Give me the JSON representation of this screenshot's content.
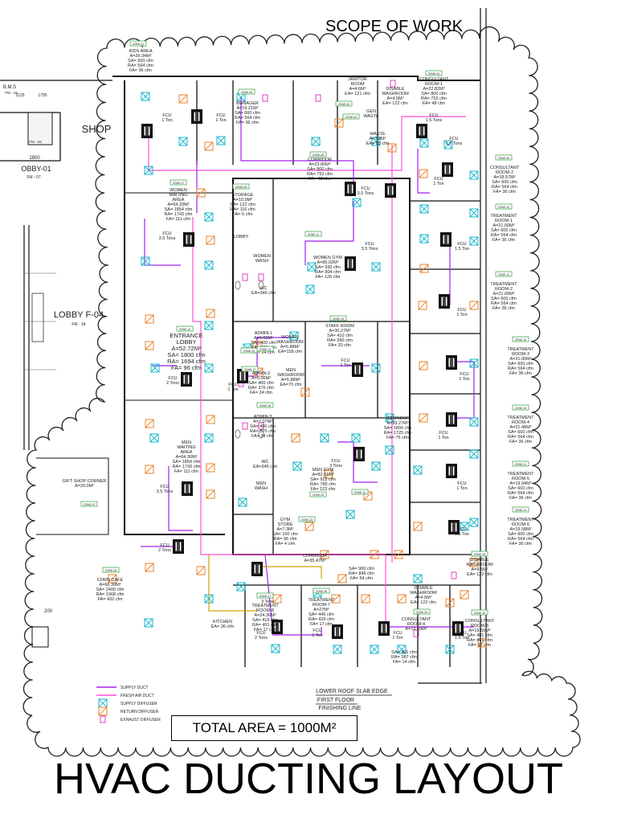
{
  "title": "HVAC DUCTING LAYOUT",
  "scope_label": "SCOPE OF WORK",
  "total_area": "TOTAL AREA = 1000M²",
  "colors": {
    "supply_duct": "#a020f0",
    "fresh_air_duct": "#ff4fd8",
    "supply_diffuser": "#16b7c9",
    "return_diffuser": "#e8822a",
    "exhaust_diffuser": "#e040c0",
    "zone_tag": "#2e9e3a",
    "wall": "#111111",
    "cloud": "#222222"
  },
  "legend": [
    {
      "label": "SUPPLY DUCT",
      "kind": "line",
      "color": "supply_duct"
    },
    {
      "label": "FRESH AIR DUCT",
      "kind": "line",
      "color": "fresh_air_duct"
    },
    {
      "label": "SUPPLY DIFFUSER",
      "kind": "supply",
      "color": "supply_diffuser"
    },
    {
      "label": "RETURN DIFFUSER",
      "kind": "return",
      "color": "return_diffuser"
    },
    {
      "label": "EXHAUST DIFFUSER",
      "kind": "exhaust",
      "color": "exhaust_diffuser"
    }
  ],
  "outside_labels": [
    {
      "id": "shop",
      "text": "SHOP"
    },
    {
      "id": "lobby01",
      "text": "OBBY-01"
    },
    {
      "id": "lobby01_fm",
      "text": "FM - 07"
    },
    {
      "id": "bms",
      "text": "B.M.S"
    },
    {
      "id": "bms_fm",
      "text": "FM - 15"
    },
    {
      "id": "fm04",
      "text": "FM - 04"
    },
    {
      "id": "lobby_f04",
      "text": "LOBBY F-04"
    },
    {
      "id": "lobby_f04_fm",
      "text": "FM - 34"
    },
    {
      "id": "dim1800",
      "text": "1800"
    },
    {
      "id": "dim2125",
      "text": "2125"
    },
    {
      "id": "dim1795",
      "text": "1795"
    },
    {
      "id": "dim200",
      "text": "200"
    }
  ],
  "notes": [
    {
      "id": "lower_roof",
      "text": "LOWER ROOF SLAB EDGE"
    },
    {
      "id": "first_floor",
      "text": "FIRST FLOOR"
    },
    {
      "id": "finishing_line",
      "text": "FINISHING LINE"
    }
  ],
  "rooms": [
    {
      "id": "kids_area",
      "lines": [
        "KIDS AREA",
        "A=26.34M²",
        "SA= 600 cfm",
        "RA= 564 cfm",
        "FA= 36 cfm"
      ]
    },
    {
      "id": "manager",
      "lines": [
        "MANAGER",
        "A=19.21M²",
        "SA= 600 cfm",
        "RA= 564 cfm",
        "FA= 36 cfm"
      ]
    },
    {
      "id": "janitor",
      "lines": [
        "JANITOR",
        "ROOM",
        "A=4.6M²",
        "EA= 121 cfm"
      ]
    },
    {
      "id": "disable_wash_top",
      "lines": [
        "DISABLE",
        "WASHROOM",
        "A=4.5M²",
        "EA= 122 cfm"
      ]
    },
    {
      "id": "consultant1",
      "lines": [
        "CONSULTANT",
        "ROOM-1",
        "A=22.82M²",
        "SA= 800 cfm",
        "RA= 752 cfm",
        "FA= 48 cfm"
      ]
    },
    {
      "id": "gen_waste",
      "lines": [
        "GEN",
        "WASTE"
      ]
    },
    {
      "id": "waste",
      "lines": [
        "WASTE",
        "A=3.2M²",
        "EA= 85 cfm"
      ]
    },
    {
      "id": "corridor_top",
      "lines": [
        "CORRIDOR",
        "A=23.80M²",
        "SA= 800 cfm",
        "RA= 752 cfm",
        "FA= 48 cfm"
      ]
    },
    {
      "id": "women_waiting",
      "lines": [
        "WOMEN",
        "WAITING",
        "AREA",
        "A=64.33M²",
        "SA= 1854 cfm",
        "RA= 1743 cfm",
        "FA= 111 cfm"
      ]
    },
    {
      "id": "storage",
      "lines": [
        "STORAGE",
        "A=10.9M²",
        "SA= 122 cfm",
        "RA= 116 cfm",
        "FA= 6 cfm"
      ]
    },
    {
      "id": "lobby",
      "lines": [
        "LOBBY"
      ]
    },
    {
      "id": "consultant2",
      "lines": [
        "CONSULTANT",
        "ROOM-2",
        "A=18.57M²",
        "SA= 600 cfm",
        "RA= 564 cfm",
        "FA= 36 cfm"
      ]
    },
    {
      "id": "treatment1",
      "lines": [
        "TREATMENT",
        "ROOM-1",
        "A=21.00M²",
        "SA= 600 cfm",
        "RA= 564 cfm",
        "FA= 36 cfm"
      ]
    },
    {
      "id": "women_gym",
      "lines": [
        "WOMEN GYM",
        "A=85.02M²",
        "SA= 930 cfm",
        "RA= 804 cfm",
        "FA= 126 cfm"
      ]
    },
    {
      "id": "women_wash",
      "lines": [
        "WOMEN",
        "WASH"
      ]
    },
    {
      "id": "wc_top",
      "lines": [
        "WC",
        "EA=346 cfm"
      ]
    },
    {
      "id": "treatment2",
      "lines": [
        "TREATMENT",
        "ROOM-2",
        "A=21.00M²",
        "SA= 600 cfm",
        "RA= 564 cfm",
        "FA= 36 cfm"
      ]
    },
    {
      "id": "entrance_lobby",
      "lines": [
        "ENTRANCE",
        "LOBBY",
        "A=52.72M²",
        "SA= 1800 cfm",
        "RA= 1694 cfm",
        "FA= 96 cfm"
      ]
    },
    {
      "id": "admin1",
      "lines": [
        "ADMIN-1",
        "A=9.03M²",
        "SA= 400 cfm",
        "RA= 376 cfm",
        "FA= 24 cfm"
      ]
    },
    {
      "id": "women_washroom",
      "lines": [
        "WOMEN",
        "WASHROOM",
        "A=5.88M²",
        "EA=158 cfm"
      ]
    },
    {
      "id": "staff_room",
      "lines": [
        "STAFF ROOM",
        "A=30.27M²",
        "SA= 410 cfm",
        "RA= 390 cfm",
        "FA= 20 cfm"
      ]
    },
    {
      "id": "treatment3",
      "lines": [
        "TREATMENT",
        "ROOM-3",
        "A=21.00M²",
        "SA= 600 cfm",
        "RA= 564 cfm",
        "FA= 36 cfm"
      ]
    },
    {
      "id": "admin2",
      "lines": [
        "ADMIN-2",
        "A=5.06M²",
        "SA= 400 cfm",
        "RA= 376 cfm",
        "FA= 24 cfm"
      ]
    },
    {
      "id": "men_washroom",
      "lines": [
        "MEN",
        "WASHROOM",
        "A=5.88M²",
        "EA=70 cfm"
      ]
    },
    {
      "id": "admin3",
      "lines": [
        "ADMIN-3",
        "A=7.07M²",
        "SA= 400 cfm",
        "RA= 376 cfm",
        "FA= 24 cfm"
      ]
    },
    {
      "id": "corridor_mid",
      "lines": [
        "CORRIDOR",
        "A=33.27M²",
        "SA= 1800 cfm",
        "RA= 1725 cfm",
        "FA= 75 cfm"
      ]
    },
    {
      "id": "treatment4",
      "lines": [
        "TREATMENT",
        "ROOM-4",
        "A=21.48M²",
        "SA= 600 cfm",
        "RA= 564 cfm",
        "FA= 36 cfm"
      ]
    },
    {
      "id": "men_waiting",
      "lines": [
        "MEN",
        "WAITING",
        "AREA",
        "A=64.30M²",
        "SA= 1854 cfm",
        "RA= 1743 cfm",
        "FA= 111 cfm"
      ]
    },
    {
      "id": "wc_bottom",
      "lines": [
        "WC",
        "EA=346 cfm"
      ]
    },
    {
      "id": "men_gym",
      "lines": [
        "MEN GYM",
        "A=82.81M²",
        "SA= 912 cfm",
        "RA= 789 cfm",
        "FA= 123 cfm"
      ]
    },
    {
      "id": "men_wash",
      "lines": [
        "MEN",
        "WASH"
      ]
    },
    {
      "id": "treatment5",
      "lines": [
        "TREATMENT",
        "ROOM-5",
        "A=19.94M²",
        "SA= 600 cfm",
        "RA= 564 cfm",
        "FA= 36 cfm"
      ]
    },
    {
      "id": "treatment6",
      "lines": [
        "TREATMENT",
        "ROOM-6",
        "A=19.58M²",
        "SA= 600 cfm",
        "RA= 564 cfm",
        "FA= 36 cfm"
      ]
    },
    {
      "id": "gift_shop",
      "lines": [
        "GIFT SHOP CORNER",
        "A=20.0M²"
      ]
    },
    {
      "id": "gym_store",
      "lines": [
        "GYM",
        "STORE",
        "A=7.3M²",
        "SA= 100 cfm",
        "RA= 96 cfm",
        "FA= 4 cfm"
      ]
    },
    {
      "id": "corridor_bottom",
      "lines": [
        "CORRIDOR",
        "A=35.47M²"
      ]
    },
    {
      "id": "corridor_bottom_cfm",
      "lines": [
        "SA= 900 cfm",
        "RA= 846 cfm",
        "FA= 54 cfm"
      ]
    },
    {
      "id": "disable_wash_bottom",
      "lines": [
        "DISABLE",
        "WASHROOM",
        "A=4.5M²",
        "EA= 122 cfm"
      ]
    },
    {
      "id": "corn_cafe",
      "lines": [
        "CORN CAFE",
        "A=66.30M²",
        "SA= 2400 cfm",
        "RA= 1968 cfm",
        "FA= 432 cfm"
      ]
    },
    {
      "id": "treatment8",
      "lines": [
        "TREATMENT",
        "ROOM-8",
        "A=24.36M²",
        "SA= 418 cfm",
        "RA= 401 cfm",
        "FA= 17 cfm"
      ]
    },
    {
      "id": "treatment7",
      "lines": [
        "TREATMENT",
        "ROOM-7",
        "A=27M²",
        "SA= 446 cfm",
        "RA= 429 cfm",
        "FA= 17 cfm"
      ]
    },
    {
      "id": "consultant4",
      "lines": [
        "CONSULTANT",
        "ROOM-4",
        "A=19.59M²"
      ]
    },
    {
      "id": "consultant4_cfm",
      "lines": [
        "SA= 401 cfm",
        "RA= 387 cfm",
        "FA= 14 cfm"
      ]
    },
    {
      "id": "disable_wash_mid",
      "lines": [
        "DISABLE",
        "WASHROOM",
        "A=4.5M²",
        "EA= 122 cfm"
      ]
    },
    {
      "id": "consultant3",
      "lines": [
        "CONSULTANT",
        "ROOM-3",
        "A=19.59M²",
        "SA= 401 cfm",
        "RA= 461 cfm",
        "FA= 12 cfm"
      ]
    },
    {
      "id": "kitchen",
      "lines": [
        "KITCHEN",
        "EA= 36 cfm"
      ]
    }
  ],
  "fcu": [
    {
      "id": "fcu_kids",
      "lines": [
        "FCU",
        "1 Ton"
      ]
    },
    {
      "id": "fcu_manager",
      "lines": [
        "FCU",
        "1 Ton"
      ]
    },
    {
      "id": "fcu_cons1",
      "lines": [
        "FCU",
        "1.5 Tons"
      ]
    },
    {
      "id": "fcu_corr_top",
      "lines": [
        "FCU",
        "1.5 Tons"
      ]
    },
    {
      "id": "fcu_wgym",
      "lines": [
        "FCU",
        "3.5 Tons"
      ]
    },
    {
      "id": "fcu_wgym2",
      "lines": [
        "FCU",
        "3.5 Tons"
      ]
    },
    {
      "id": "fcu_cons2",
      "lines": [
        "FCU",
        "1 Ton"
      ]
    },
    {
      "id": "fcu_wwait",
      "lines": [
        "FCU",
        "3.5 Tons"
      ]
    },
    {
      "id": "fcu_treat1",
      "lines": [
        "FCU",
        "1.5 Ton"
      ]
    },
    {
      "id": "fcu_treat2",
      "lines": [
        "FCU",
        "1 Ton"
      ]
    },
    {
      "id": "fcu_admin",
      "lines": [
        "FCU",
        "1 Ton"
      ]
    },
    {
      "id": "fcu_entrance",
      "lines": [
        "FCU",
        "2 Tons"
      ]
    },
    {
      "id": "fcu_staff",
      "lines": [
        "FCU",
        "1 Ton"
      ]
    },
    {
      "id": "fcu_treat3",
      "lines": [
        "FCU",
        "1 Ton"
      ]
    },
    {
      "id": "fcu_treat4",
      "lines": [
        "FCU",
        "1 Ton"
      ]
    },
    {
      "id": "fcu_mgym",
      "lines": [
        "FCU",
        "3 Tons"
      ]
    },
    {
      "id": "fcu_mwait",
      "lines": [
        "FCU",
        "3.5 Tons"
      ]
    },
    {
      "id": "fcu_treat5",
      "lines": [
        "FCU",
        "1 Ton"
      ]
    },
    {
      "id": "fcu_gift",
      "lines": [
        "FCU",
        "2 Tons"
      ]
    },
    {
      "id": "fcu_cafe",
      "lines": [
        "FCU",
        "3 Tons"
      ]
    },
    {
      "id": "fcu_t8",
      "lines": [
        "FCU",
        "2 Tons"
      ]
    },
    {
      "id": "fcu_t8b",
      "lines": [
        "FCU",
        "1 Ton"
      ]
    },
    {
      "id": "fcu_t7",
      "lines": [
        "FCU",
        "1 Ton"
      ]
    },
    {
      "id": "fcu_c4",
      "lines": [
        "FCU",
        "1.5 Ton"
      ]
    },
    {
      "id": "fcu_c3",
      "lines": [
        "FCU",
        "1.5 Ton"
      ]
    }
  ],
  "zone_tags": [
    "ZONE-01",
    "ZONE-02",
    "ZONE-03",
    "ZONE-04",
    "ZONE-05",
    "ZONE-06",
    "ZONE-07",
    "ZONE-08",
    "ZONE-09",
    "ZONE-10",
    "ZONE-11",
    "ZONE-12",
    "ZONE-13",
    "ZONE-14",
    "ZONE-15",
    "ZONE-16",
    "ZONE-17",
    "ZONE-18",
    "ZONE-19",
    "ZONE-20",
    "ZONE-21",
    "ZONE-22",
    "ZONE-23",
    "ZONE-24",
    "ZONE-25",
    "ZONE-26",
    "ZONE-27",
    "ZONE-28",
    "ZONE-29",
    "ZONE-30",
    "ZONE-31",
    "ZONE-32"
  ]
}
